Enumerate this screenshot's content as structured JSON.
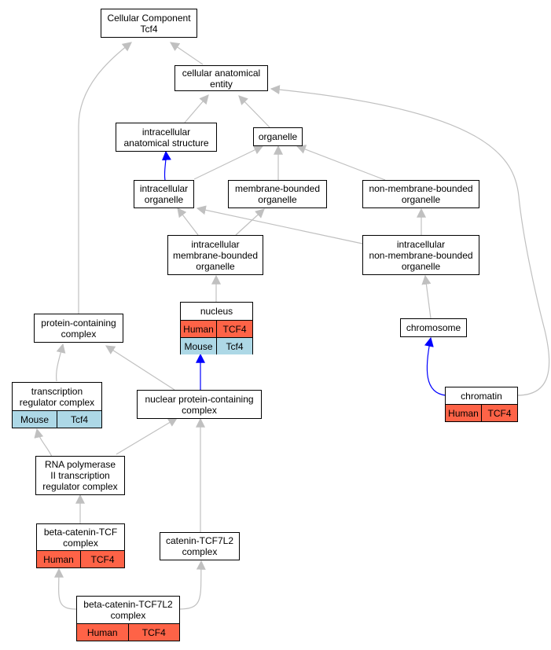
{
  "colors": {
    "edge_default": "#c0c0c0",
    "edge_highlight": "#0000ff",
    "human": "#fe6347",
    "mouse": "#add8e6"
  },
  "nodes": {
    "root": {
      "label": "Cellular Component\nTcf4"
    },
    "cae": {
      "label": "cellular anatomical\nentity"
    },
    "ias": {
      "label": "intracellular\nanatomical structure"
    },
    "organelle": {
      "label": "organelle"
    },
    "io": {
      "label": "intracellular\norganelle"
    },
    "mbo": {
      "label": "membrane-bounded\norganelle"
    },
    "nmbo": {
      "label": "non-membrane-bounded\norganelle"
    },
    "imbo": {
      "label": "intracellular\nmembrane-bounded\norganelle"
    },
    "inmbo": {
      "label": "intracellular\nnon-membrane-bounded\norganelle"
    },
    "nucleus": {
      "label": "nucleus",
      "tags": [
        {
          "species": "Human",
          "gene": "TCF4"
        },
        {
          "species": "Mouse",
          "gene": "Tcf4"
        }
      ]
    },
    "chromosome": {
      "label": "chromosome"
    },
    "pcc": {
      "label": "protein-containing\ncomplex"
    },
    "trc": {
      "label": "transcription\nregulator complex",
      "tags": [
        {
          "species": "Mouse",
          "gene": "Tcf4"
        }
      ]
    },
    "npcc": {
      "label": "nuclear protein-containing\ncomplex"
    },
    "chromatin": {
      "label": "chromatin",
      "tags": [
        {
          "species": "Human",
          "gene": "TCF4"
        }
      ]
    },
    "rnap": {
      "label": "RNA polymerase\nII transcription\nregulator complex"
    },
    "bctcf": {
      "label": "beta-catenin-TCF\ncomplex",
      "tags": [
        {
          "species": "Human",
          "gene": "TCF4"
        }
      ]
    },
    "ctcf7l2": {
      "label": "catenin-TCF7L2\ncomplex"
    },
    "bctcf7l2": {
      "label": "beta-catenin-TCF7L2\ncomplex",
      "tags": [
        {
          "species": "Human",
          "gene": "TCF4"
        }
      ]
    }
  }
}
